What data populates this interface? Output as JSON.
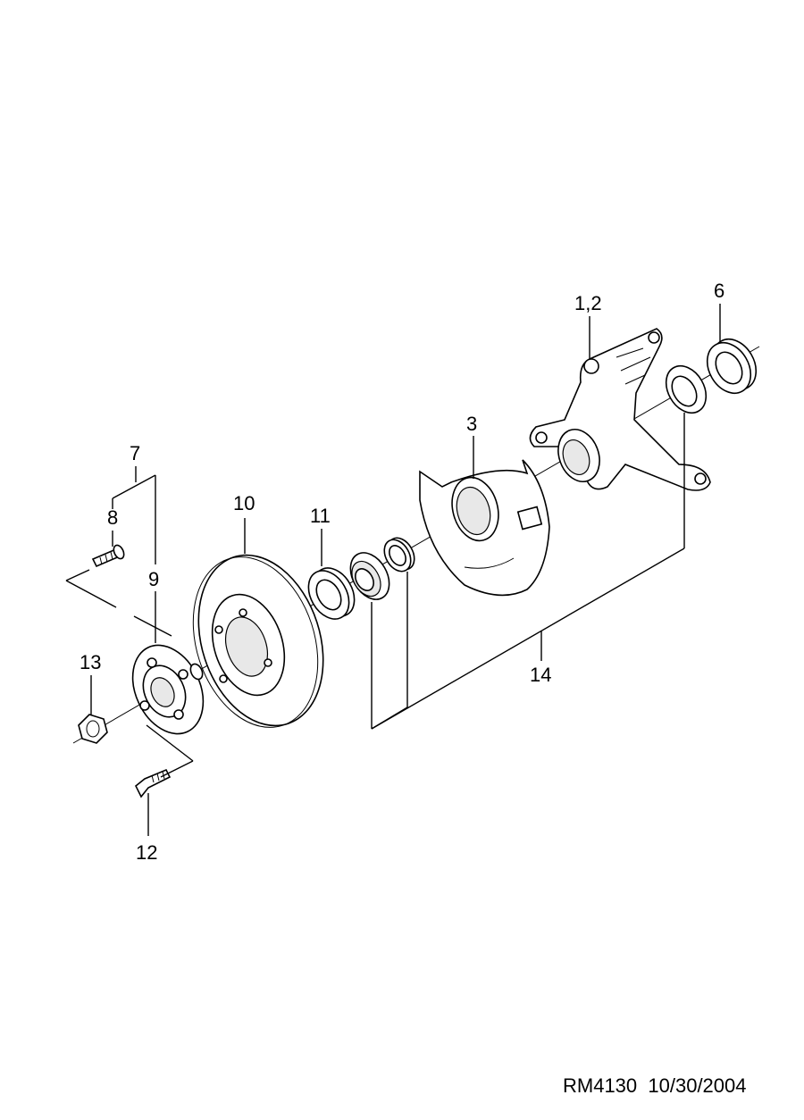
{
  "labels": {
    "p1_2": "1,2",
    "p3": "3",
    "p6": "6",
    "p7": "7",
    "p8": "8",
    "p9": "9",
    "p10": "10",
    "p11": "11",
    "p12": "12",
    "p13": "13",
    "p14": "14"
  },
  "footer": {
    "code": "RM4130",
    "date": "10/30/2004"
  }
}
